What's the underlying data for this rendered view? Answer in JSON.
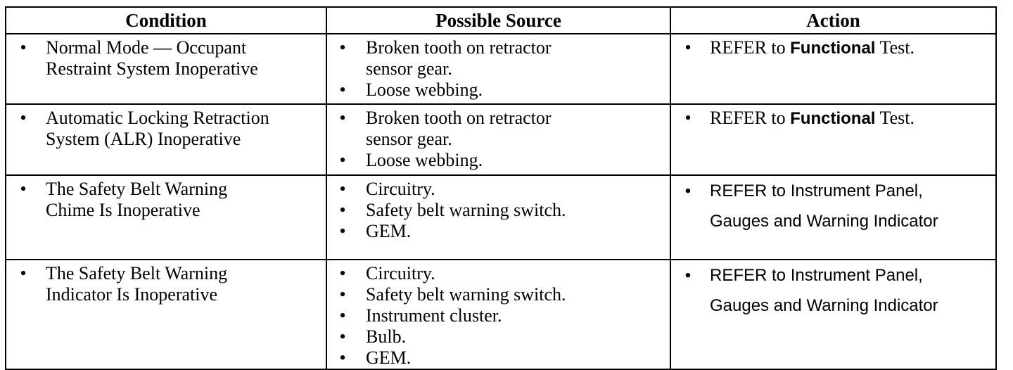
{
  "table": {
    "headers": [
      "Condition",
      "Possible Source",
      "Action"
    ],
    "rows": [
      {
        "condition": "Normal Mode — Occupant\nRestraint System Inoperative",
        "sources": [
          "Broken tooth on retractor\nsensor gear.",
          "Loose webbing."
        ],
        "action": {
          "pre": "REFER to ",
          "bold": "Functional",
          "post": " Test."
        }
      },
      {
        "condition": "Automatic Locking Retraction\nSystem (ALR) Inoperative",
        "sources": [
          "Broken tooth on retractor\nsensor gear.",
          "Loose webbing."
        ],
        "action": {
          "pre": "REFER to ",
          "bold": "Functional",
          "post": " Test."
        }
      },
      {
        "condition": "The Safety Belt Warning\nChime Is Inoperative",
        "sources": [
          "Circuitry.",
          "Safety belt warning switch.",
          "GEM."
        ],
        "action_text": "REFER to Instrument Panel,\nGauges and  Warning Indicator"
      },
      {
        "condition": "The Safety Belt Warning\nIndicator Is Inoperative",
        "sources": [
          "Circuitry.",
          "Safety belt warning switch.",
          "Instrument cluster.",
          "Bulb.",
          "GEM."
        ],
        "action_text": "REFER to Instrument Panel,\nGauges and Warning Indicator"
      }
    ],
    "bullet_glyph": "•"
  }
}
